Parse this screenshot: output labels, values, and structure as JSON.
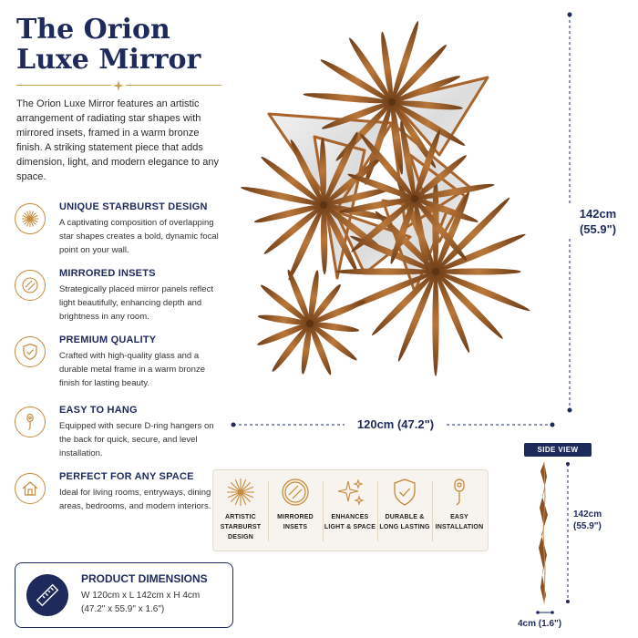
{
  "title": "The Orion Luxe Mirror",
  "intro": "The Orion Luxe Mirror features an artistic arrangement of radiating star shapes with mirrored insets, framed in a warm bronze finish. A striking statement piece that adds dimension, light, and modern elegance to any space.",
  "colors": {
    "navy": "#1f2a5c",
    "bronze": "#a8642c",
    "gold_accent": "#c9a24e"
  },
  "features": [
    {
      "icon": "starburst-icon",
      "title": "UNIQUE STARBURST DESIGN",
      "desc": "A captivating composition of overlapping star shapes creates a bold, dynamic focal point on your wall."
    },
    {
      "icon": "mirror-icon",
      "title": "MIRRORED INSETS",
      "desc": "Strategically placed mirror panels reflect light beautifully, enhancing depth and brightness in any room."
    },
    {
      "icon": "shield-check-icon",
      "title": "PREMIUM QUALITY",
      "desc": "Crafted with high-quality glass and a durable metal frame in a warm bronze finish for lasting beauty."
    },
    {
      "icon": "d-ring-hanger-icon",
      "title": "EASY TO HANG",
      "desc": "Equipped with secure D-ring hangers on the back for quick, secure, and level installation."
    },
    {
      "icon": "house-icon",
      "title": "PERFECT FOR ANY SPACE",
      "desc": "Ideal for living rooms, entryways, dining areas, bedrooms, and modern interiors."
    }
  ],
  "dimensions": {
    "title": "PRODUCT DIMENSIONS",
    "metric": "W 120cm x L 142cm x H 4cm",
    "imperial": "(47.2\" x 55.9\" x 1.6\")",
    "icon": "ruler-icon"
  },
  "front_view": {
    "height_cm": "142cm",
    "height_in": "(55.9\")",
    "width_label": "120cm (47.2\")"
  },
  "side_view": {
    "label": "SIDE VIEW",
    "height_cm": "142cm",
    "height_in": "(55.9\")",
    "depth_label": "4cm (1.6\")"
  },
  "icon_strip": [
    {
      "icon": "starburst-icon",
      "label": "ARTISTIC STARBURST DESIGN"
    },
    {
      "icon": "mirror-icon",
      "label": "MIRRORED INSETS"
    },
    {
      "icon": "sparkle-icon",
      "label": "ENHANCES LIGHT & SPACE"
    },
    {
      "icon": "shield-check-icon",
      "label": "DURABLE & LONG LASTING"
    },
    {
      "icon": "d-ring-hanger-icon",
      "label": "EASY INSTALLATION"
    }
  ]
}
